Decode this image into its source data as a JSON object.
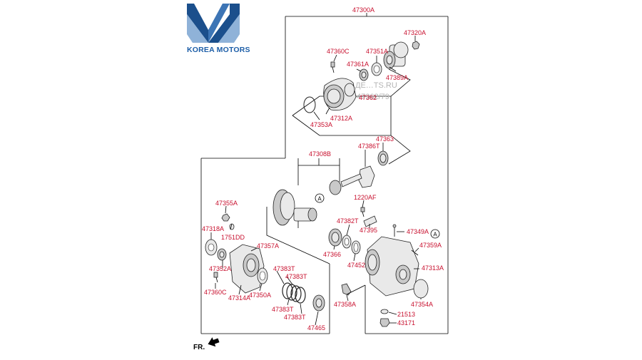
{
  "brand": {
    "name": "KOREA MOTORS",
    "colors": {
      "logo_dark": "#1b4f8c",
      "logo_light": "#8fb2d8",
      "text": "#1e5fa8",
      "label": "#c8102e"
    }
  },
  "watermark": {
    "line1": "ДЕ…ТS.RU",
    "line2": "47362/79"
  },
  "assembly_label": "47300A",
  "orientation_label": "FR.",
  "callout_marker": "A",
  "labels": {
    "l47320A": "47320A",
    "l47360C_top": "47360C",
    "l47351A": "47351A",
    "l47361A": "47361A",
    "l47389A": "47389A",
    "l47362": "47362",
    "l47312A": "47312A",
    "l47353A": "47353A",
    "l47363": "47363",
    "l47386T": "47386T",
    "l47308B": "47308B",
    "l1220AF": "1220AF",
    "l47355A": "47355A",
    "l47318A": "47318A",
    "l1751DD": "1751DD",
    "l47382T": "47382T",
    "l47395": "47395",
    "l47349A": "47349A",
    "l47357A": "47357A",
    "l47366": "47366",
    "l47359A": "47359A",
    "l47352A": "47352A",
    "l47452": "47452",
    "l47313A": "47313A",
    "l47383T_1": "47383T",
    "l47383T_2": "47383T",
    "l47360C_bot": "47360C",
    "l47314A": "47314A",
    "l47350A": "47350A",
    "l47383T_3": "47383T",
    "l47383T_4": "47383T",
    "l47354A": "47354A",
    "l47358A": "47358A",
    "l21513": "21513",
    "l43171": "43171",
    "l47465": "47465"
  }
}
